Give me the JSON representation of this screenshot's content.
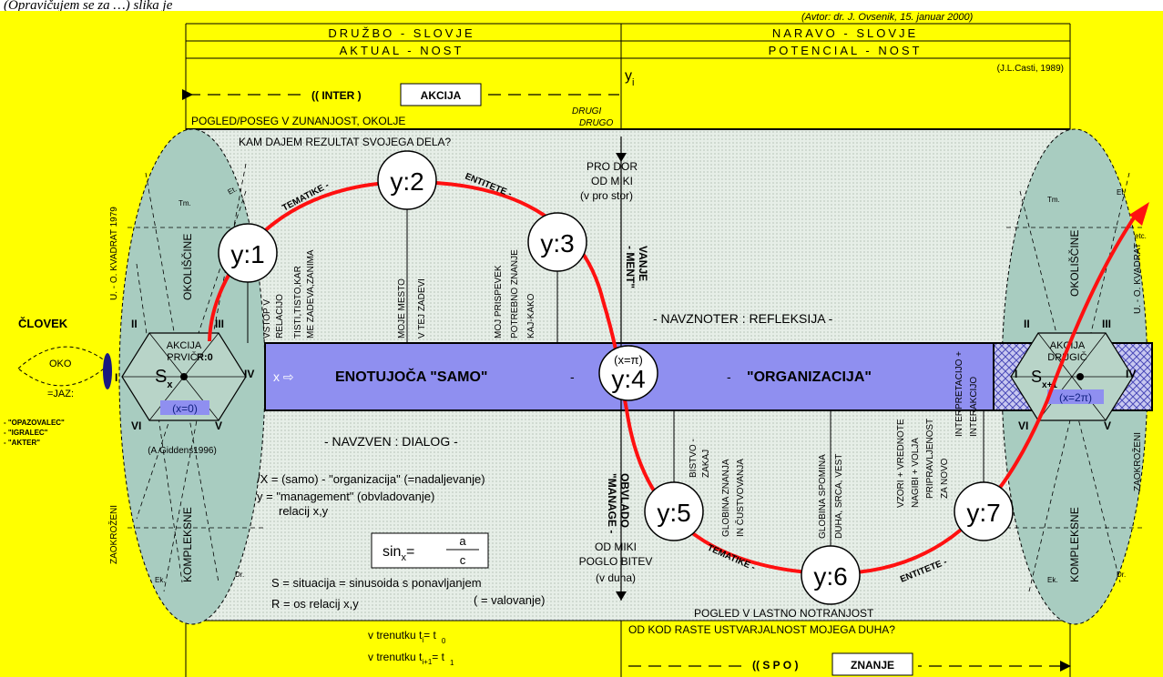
{
  "top_caption": "(Opravičujem se za …) slika je",
  "author": "(Avtor: dr. J. Ovsenik, 15. januar 2000)",
  "casti_ref": "(J.L.Casti, 1989)",
  "headers": {
    "left_top": "DRUŽBO - SLOVJE",
    "left_bottom": "AKTUAL - NOST",
    "right_top": "NARAVO - SLOVJE",
    "right_bottom": "POTENCIAL - NOST"
  },
  "yi_label": "y",
  "yi_sub": "i",
  "inter_label": "(( INTER )",
  "akcija_box": "AKCIJA",
  "spo_label": "(( S P O )",
  "znanje_box": "ZNANJE",
  "pogled_top": "POGLED/POSEG V ZUNANJOST, OKOLJE",
  "drugi": "DRUGI",
  "drugo": "DRUGO",
  "kam_dajem": "KAM DAJEM REZULTAT SVOJEGA DELA?",
  "pogled_bottom": "POGLED V LASTNO NOTRANJOST",
  "od_kod": "OD KOD RASTE USTVARJALNOST MOJEGA DUHA?",
  "prostor": [
    "PRO DOR",
    "OD MIKI",
    "(v pro stor)"
  ],
  "ment_vanje": [
    "- MENT\"",
    "VANJE"
  ],
  "manage": [
    "\"MANAGE -",
    "OBVLADO"
  ],
  "poglobitev": [
    "OD MIKI",
    "POGLO BITEV",
    "(v duha)"
  ],
  "navznoter": "- NAVZNOTER : REFLEKSIJA -",
  "navzven": "- NAVZVEN : DIALOG -",
  "band": {
    "x_arrow": "x ⇨",
    "enotujoca": "ENOTUJOČA \"SAMO\"",
    "dash1": "-",
    "dash2": "-",
    "organizacija": "\"ORGANIZACIJA\""
  },
  "nodes": {
    "y1": "y:1",
    "y2": "y:2",
    "y3": "y:3",
    "y4": "y:4",
    "y5": "y:5",
    "y6": "y:6",
    "y7": "y:7",
    "x_pi": "(x=π)"
  },
  "arc_labels": {
    "tematike_top": "TEMATIKE -",
    "entitete_top": "ENTITETE -",
    "tematike_bottom": "TEMATIKE -",
    "entitete_bottom": "ENTITETE -"
  },
  "vertical_texts": {
    "vstop": [
      "VSTOP V",
      "RELACIJO"
    ],
    "tisti": [
      "TISTI,TISTO,KAR",
      "ME ZADEVA,ZANIMA"
    ],
    "mesto": [
      "MOJE MESTO",
      "V TEJ ZADEVI"
    ],
    "prispevek": [
      "MOJ PRISPEVEK",
      "POTREBNO ZNANJE",
      "KAJ-KAKO"
    ],
    "bistvo": [
      "BISTVO -",
      "ZAKAJ",
      "GLOBINA ZNANJA",
      "IN ČUSTVOVANJA"
    ],
    "spomin": [
      "GLOBINA SPOMINA",
      "DUHA, SRCA, VEST"
    ],
    "vzori": [
      "VZORI + VREDNOTE",
      "NAGIBI + VOLJA",
      "PRIPRAVLJENOST",
      "ZA NOVO"
    ],
    "interpretacijo": [
      "INTERPRETACIJO +",
      "INTERAKCIJO"
    ],
    "uo_left": "U. - O. KVADRAT 1979",
    "zaokrozeni_left": "ZAOKROŽENI",
    "okoliscine_left": "OKOLIŠČINE",
    "kompleksne_left": "KOMPLEKSNE",
    "okoliscine_right": "OKOLIŠČINE",
    "kompleksne_right": "KOMPLEKSNE",
    "uo_right": "U. - O. KVADRAT",
    "zaokrozeni_right": "ZAOKROŽENI"
  },
  "left_hex": {
    "akcija": "AKCIJA",
    "prvic": "PRVIČ",
    "s": "S",
    "sub": "x",
    "r0": "R:0",
    "x0": "(x=0)",
    "I": "I",
    "II": "II",
    "III": "III",
    "IV": "IV",
    "V": "V",
    "VI": "VI",
    "et": "Et.",
    "tm": "Tm.",
    "ek": "Ek.",
    "dr": "Dr."
  },
  "right_hex": {
    "akcija": "AKCIJA",
    "drugic": "DRUGIČ",
    "s": "S",
    "sub": "x+1",
    "x2pi": "(x=2π)",
    "I": "I",
    "II": "II",
    "III": "III",
    "IV": "IV",
    "V": "V",
    "VI": "VI",
    "et": "Et.",
    "tm": "Tm.",
    "ek": "Ek.",
    "dr": "Dr.",
    "etc": "etc."
  },
  "clovek": "ČLOVEK",
  "oko": "OKO",
  "jaz": "=JAZ:",
  "roles": [
    "- \"OPAZOVALEC\"",
    "- \"IGRALEC\"",
    "- \"AKTER\""
  ],
  "giddens": "(A.Giddens1996)",
  "formulas": {
    "l1": "/X = (samo) - \"organizacija\" (=nadaljevanje)",
    "l2": "y = \"management\" (obvladovanje)",
    "l3": "relacij x,y",
    "sin": "sin",
    "sin_sub": "x",
    "eq": "=",
    "num": "a",
    "den": "c",
    "s_def": "S = situacija = sinusoida s ponavljanjem",
    "valovanje": "( = valovanje)",
    "r_def": "R = os relacij x,y",
    "t1a": "v trenutku t",
    "t1b": "i",
    "t1c": "= t",
    "t1d": "0",
    "t2a": "v trenutku t",
    "t2b": "i+1",
    "t2c": "= t",
    "t2d": "1"
  },
  "colors": {
    "yellow": "#ffff00",
    "band": "#8f8ff0",
    "red": "#ff1010",
    "oval": "#a8ccc0",
    "panel": "#e2ece4"
  }
}
